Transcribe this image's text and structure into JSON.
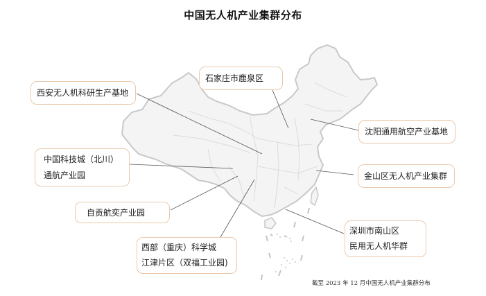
{
  "title": "中国无人机产业集群分布",
  "footnote": "截至 2023 年 12 月中国无人机产业集群分布",
  "colors": {
    "box_border": "#e9c9ad",
    "leader_line": "#555555",
    "map_fill": "#f4f4f4",
    "map_stroke": "#c8c8c8"
  },
  "clusters": [
    {
      "id": "xian",
      "lines": [
        "西安无人机科研生产基地"
      ]
    },
    {
      "id": "shijiazhuang",
      "lines": [
        "石家庄市鹿泉区"
      ]
    },
    {
      "id": "shenyang",
      "lines": [
        "沈阳通用航空产业基地"
      ]
    },
    {
      "id": "beichuan",
      "lines": [
        "中国科技城（北川）",
        "通航产业园"
      ]
    },
    {
      "id": "jinshan",
      "lines": [
        "金山区无人机产业集群"
      ]
    },
    {
      "id": "zigong",
      "lines": [
        "自贡航奕产业园"
      ]
    },
    {
      "id": "shenzhen",
      "lines": [
        "深圳市南山区",
        "民用无人机华群"
      ]
    },
    {
      "id": "chongqing",
      "lines": [
        "西部（重庆）科学城",
        "江津片区（双福工业园)"
      ]
    }
  ]
}
